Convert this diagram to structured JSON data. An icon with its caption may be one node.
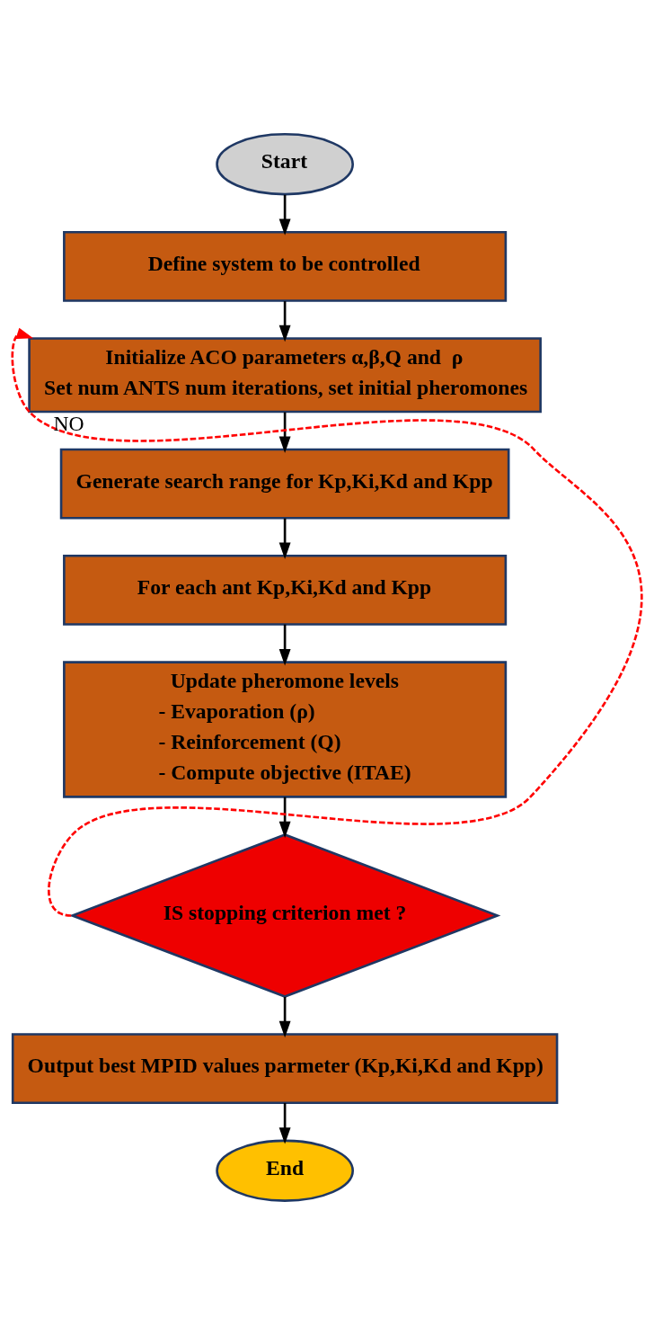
{
  "diagram": {
    "nodes": [
      {
        "text": [
          "Start"
        ]
      },
      {
        "text": [
          "Define system to be controlled"
        ]
      },
      {
        "text": [
          "Initialize ACO parameters α,β,Q and  ρ",
          "Set num ANTS num iterations, set initial pheromones"
        ]
      },
      {
        "text": [
          "Generate search range for Kp,Ki,Kd and Kpp"
        ]
      },
      {
        "text": [
          "For each ant Kp,Ki,Kd and Kpp"
        ]
      },
      {
        "text": [
          "Update pheromone levels",
          "- Evaporation (ρ)",
          "- Reinforcement (Q)",
          "- Compute objective (ITAE)"
        ]
      },
      {
        "text": [
          "IS stopping criterion met ?"
        ]
      },
      {
        "text": [
          "Output best MPID values parmeter (Kp,Ki,Kd and Kpp)"
        ]
      },
      {
        "text": [
          "End"
        ]
      }
    ],
    "edges": [
      {
        "from": 0,
        "to": 1,
        "arrow": "to"
      },
      {
        "from": 1,
        "to": 2,
        "arrow": "to"
      },
      {
        "from": 2,
        "to": 3,
        "arrow": "to"
      },
      {
        "from": 3,
        "to": 4,
        "arrow": "to"
      },
      {
        "from": 4,
        "to": 5,
        "arrow": "to"
      },
      {
        "from": 5,
        "to": 6,
        "arrow": "to"
      },
      {
        "from": 6,
        "to": 2,
        "arrow": "to",
        "label": "NO",
        "style": "dashed",
        "color": "#ff0000"
      },
      {
        "from": 6,
        "to": 7,
        "arrow": "to"
      },
      {
        "from": 7,
        "to": 8,
        "arrow": "to"
      }
    ]
  }
}
